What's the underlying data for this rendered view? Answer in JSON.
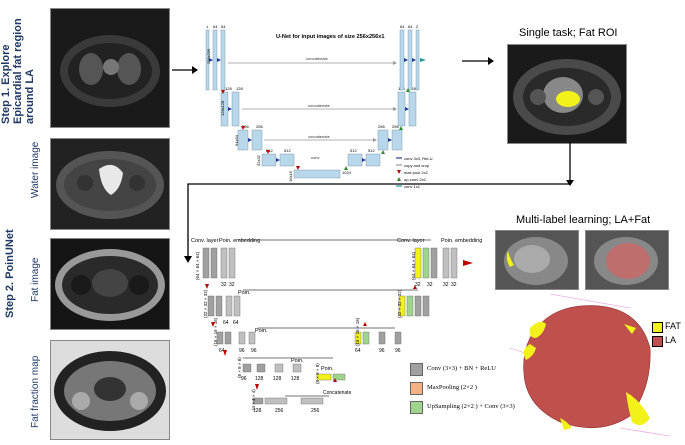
{
  "steps": {
    "step1": "Step 1. Explore Epicardial fat region around LA",
    "step2": "Step 2. PoinUNet"
  },
  "images": {
    "water": "Water image",
    "fat": "Fat image",
    "fatfraction": "Fat fraction map"
  },
  "titles": {
    "single_task": "Single task; Fat ROI",
    "multi_label": "Multi-label learning; LA+Fat"
  },
  "unet": {
    "title": "U-Net for input images of size 256x256x1",
    "concat": "concatenate",
    "sizes": [
      "256x256",
      "128x128",
      "64x64",
      "32x32",
      "16x16"
    ],
    "channels_top": [
      "1",
      "64",
      "64"
    ],
    "channels_2": [
      "128",
      "128"
    ],
    "channels_3": [
      "256",
      "256"
    ],
    "channels_4": [
      "512",
      "512"
    ],
    "channels_5": [
      "1024"
    ],
    "dec_channels_top": [
      "64",
      "64",
      "2"
    ],
    "conv_label": "conv",
    "legend": [
      "conv 3x3, ReLU",
      "copy and crop",
      "max pool 2x2",
      "up-conv 2x2",
      "conv 1x1"
    ]
  },
  "poin": {
    "conv_layer": "Conv. layer",
    "poin_embed": "Poin. embedding",
    "poin": "Poin.",
    "concatenate": "Concatenate",
    "dims": [
      "(64 × 64 × 64)",
      "(32 × 32 × 32)",
      "(16 × 16 × 16)",
      "(8 × 8 × 8)",
      "(4 × 4 × 4)"
    ],
    "num_32": "32",
    "num_64": "64",
    "num_96": "96",
    "num_128": "128",
    "num_256": "256",
    "legend": [
      "Conv (3×3) + BN + ReLU",
      "MaxPooling (2×2 )",
      "UpSampling (2×2 ) + Conv (3×3)"
    ]
  },
  "three_d": {
    "fat": "FAT",
    "la": "LA",
    "fat_color": "#f2f21a",
    "la_color": "#c0504d"
  }
}
